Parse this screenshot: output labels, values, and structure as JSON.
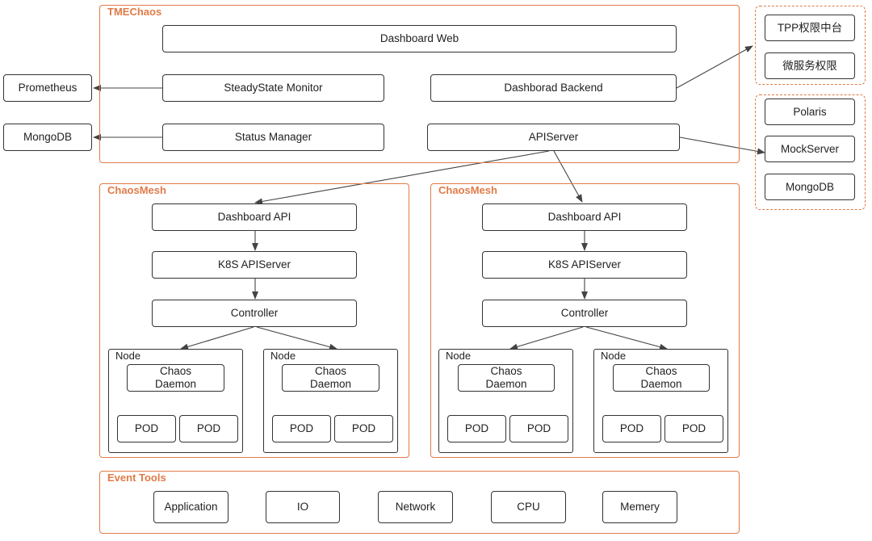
{
  "tmechaos": {
    "title": "TMEChaos",
    "dashboard_web": "Dashboard Web",
    "steadystate_monitor": "SteadyState Monitor",
    "dashboard_backend": "Dashborad Backend",
    "status_manager": "Status Manager",
    "apiserver": "APIServer"
  },
  "external_left": {
    "prometheus": "Prometheus",
    "mongodb": "MongoDB"
  },
  "external_right_top": {
    "items": [
      "TPP权限中台",
      "微服务权限"
    ]
  },
  "external_right_bottom": {
    "items": [
      "Polaris",
      "MockServer",
      "MongoDB"
    ]
  },
  "chaosmesh": [
    {
      "title": "ChaosMesh",
      "dashboard_api": "Dashboard API",
      "k8s_apiserver": "K8S APIServer",
      "controller": "Controller",
      "nodes": [
        {
          "label": "Node",
          "daemon_line1": "Chaos",
          "daemon_line2": "Daemon",
          "pods": [
            "POD",
            "POD"
          ]
        },
        {
          "label": "Node",
          "daemon_line1": "Chaos",
          "daemon_line2": "Daemon",
          "pods": [
            "POD",
            "POD"
          ]
        }
      ]
    },
    {
      "title": "ChaosMesh",
      "dashboard_api": "Dashboard API",
      "k8s_apiserver": "K8S APIServer",
      "controller": "Controller",
      "nodes": [
        {
          "label": "Node",
          "daemon_line1": "Chaos",
          "daemon_line2": "Daemon",
          "pods": [
            "POD",
            "POD"
          ]
        },
        {
          "label": "Node",
          "daemon_line1": "Chaos",
          "daemon_line2": "Daemon",
          "pods": [
            "POD",
            "POD"
          ]
        }
      ]
    }
  ],
  "event_tools": {
    "title": "Event Tools",
    "items": [
      "Application",
      "IO",
      "Network",
      "CPU",
      "Memery"
    ]
  },
  "colors": {
    "frame": "#e07b48",
    "box_border": "#333333",
    "arrow": "#444444"
  }
}
